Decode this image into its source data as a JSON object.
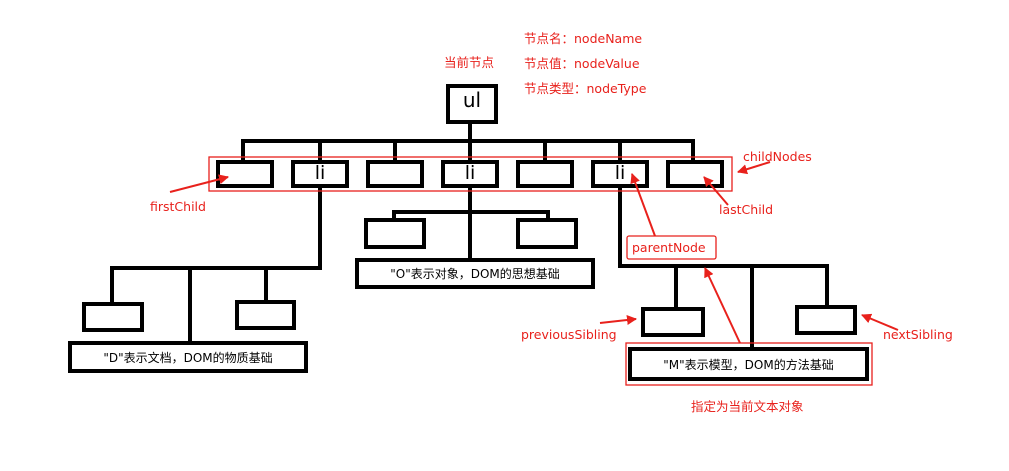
{
  "colors": {
    "line": "#000000",
    "annotation": "#e8211c",
    "background": "#ffffff"
  },
  "props": {
    "node_name": "节点名：nodeName",
    "node_value": "节点值：nodeValue",
    "node_type": "节点类型：nodeType",
    "current_node": "当前节点"
  },
  "tree": {
    "root": "ul",
    "li1": "li",
    "li2": "li",
    "li3": "li"
  },
  "text_nodes": {
    "d": "\"D\"表示文档，DOM的物质基础",
    "o": "\"O\"表示对象，DOM的思想基础",
    "m": "\"M\"表示模型，DOM的方法基础"
  },
  "relations": {
    "child_nodes": "childNodes",
    "first_child": "firstChild",
    "last_child": "lastChild",
    "parent_node": "parentNode",
    "previous_sibling": "previousSibling",
    "next_sibling": "nextSibling",
    "current_text": "指定为当前文本对象"
  }
}
